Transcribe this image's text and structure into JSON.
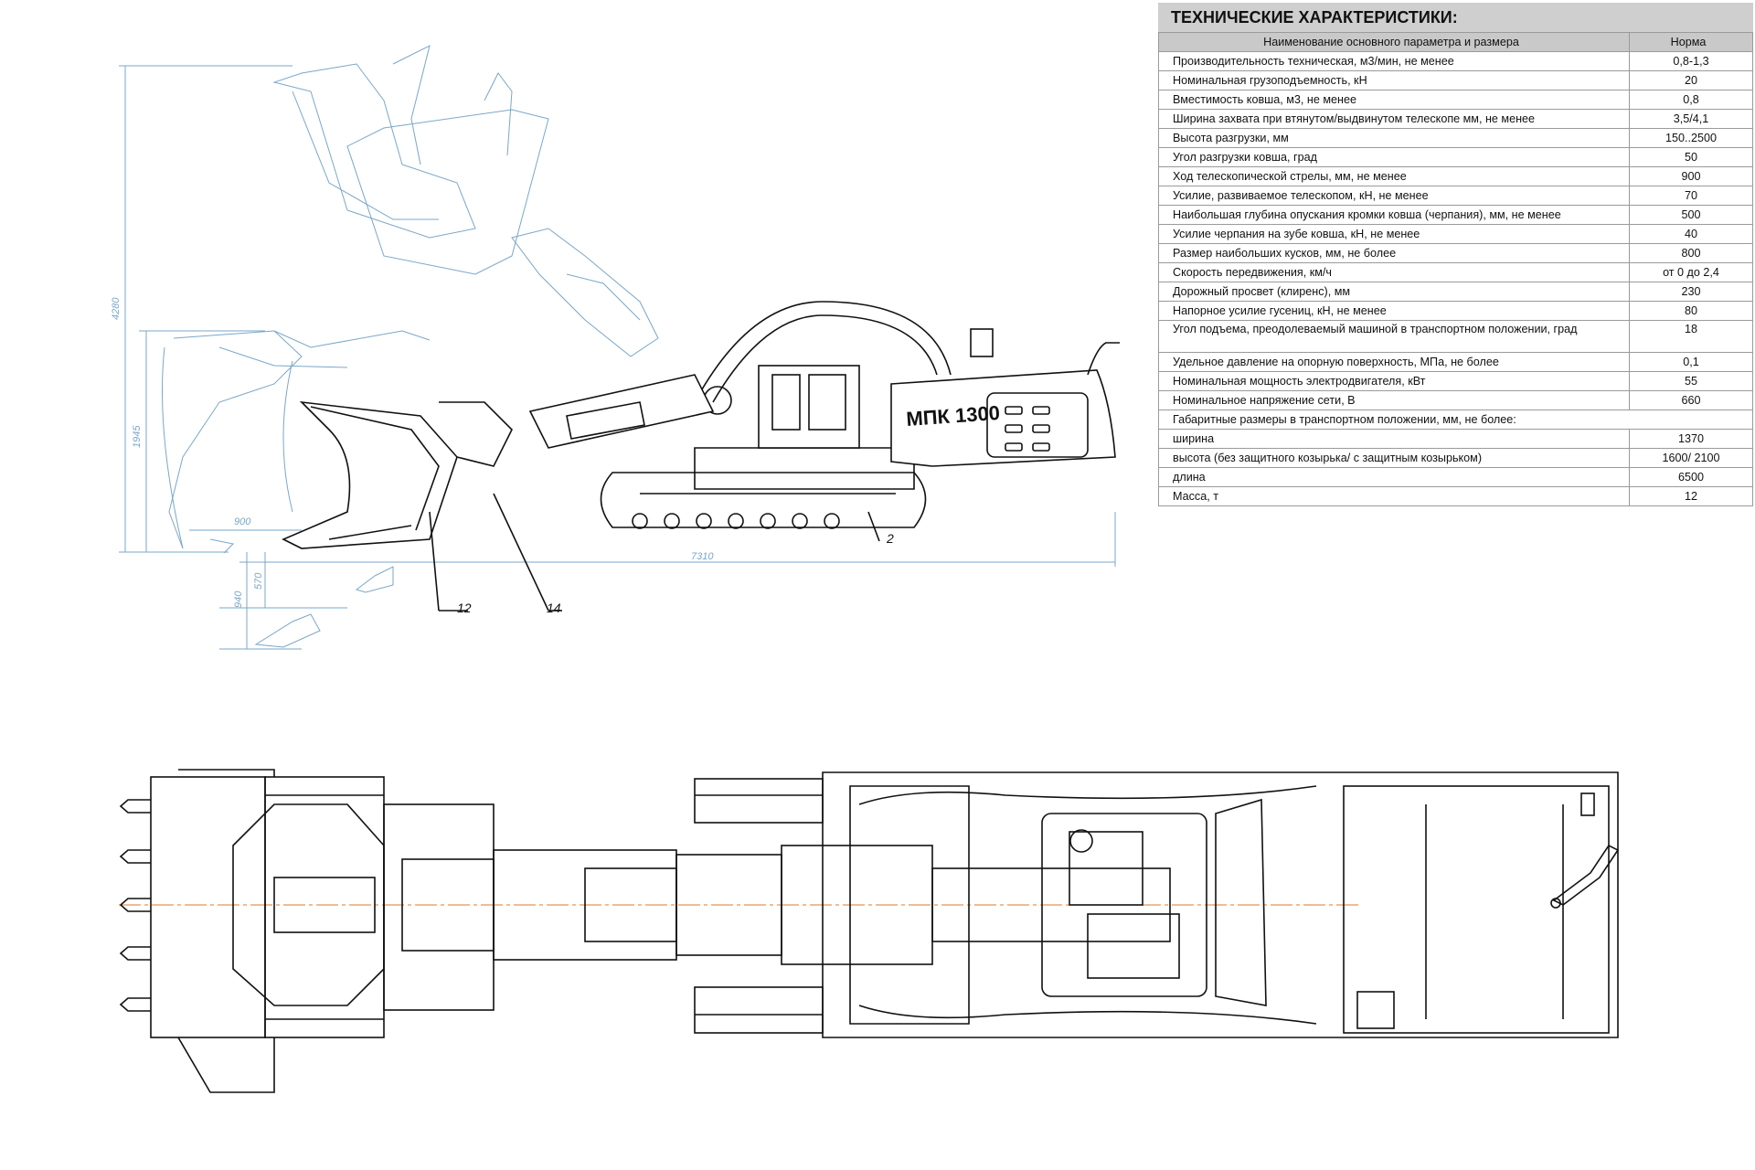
{
  "spec": {
    "title": "ТЕХНИЧЕСКИЕ ХАРАКТЕРИСТИКИ:",
    "header": [
      "Наименование основного параметра и размера",
      "Норма"
    ],
    "rows": [
      {
        "name": "Производительность техническая, м3/мин, не менее",
        "value": "0,8-1,3"
      },
      {
        "name": "Номинальная грузоподъемность, кН",
        "value": "20"
      },
      {
        "name": "Вместимость ковша, м3, не менее",
        "value": "0,8"
      },
      {
        "name": "Ширина захвата при втянутом/выдвинутом телескопе мм, не менее",
        "value": "3,5/4,1"
      },
      {
        "name": "Высота разгрузки, мм",
        "value": "150..2500"
      },
      {
        "name": "Угол разгрузки ковша, град",
        "value": "50"
      },
      {
        "name": "Ход телескопической стрелы, мм, не менее",
        "value": "900"
      },
      {
        "name": "Усилие, развиваемое телескопом, кН, не менее",
        "value": "70"
      },
      {
        "name": "Наибольшая глубина опускания кромки ковша (черпания), мм, не менее",
        "value": "500"
      },
      {
        "name": "Усилие черпания на зубе ковша, кН, не менее",
        "value": "40"
      },
      {
        "name": "Размер наибольших кусков, мм, не более",
        "value": "800"
      },
      {
        "name": "Скорость передвижения, км/ч",
        "value": "от 0 до 2,4"
      },
      {
        "name": "Дорожный просвет (клиренс), мм",
        "value": "230"
      },
      {
        "name": "Напорное усилие гусениц, кН, не менее",
        "value": "80"
      },
      {
        "name": "Угол подъема, преодолеваемый машиной в транспортном положении, град",
        "value": "18"
      },
      {
        "name": "Удельное давление на опорную поверхность, МПа, не более",
        "value": "0,1"
      },
      {
        "name": "Номинальная мощность электродвигателя, кВт",
        "value": "55"
      },
      {
        "name": "Номинальное напряжение сети, В",
        "value": "660"
      },
      {
        "name": "Габаритные размеры в транспортном положении, мм, не более:",
        "value": ""
      },
      {
        "name": "ширина",
        "value": "1370"
      },
      {
        "name": "высота (без защитного козырька/ с защитным козырьком)",
        "value": "1600/ 2100"
      },
      {
        "name": "длина",
        "value": "6500"
      },
      {
        "name": "Масса, т",
        "value": "12"
      }
    ]
  },
  "drawing": {
    "model_label": "МПК 1300",
    "dimensions": {
      "height_total": "4280",
      "height_lower": "1945",
      "reach": "900",
      "length": "7310",
      "depth_1": "570",
      "depth_2": "940"
    },
    "callouts": [
      "12",
      "14",
      "2"
    ]
  }
}
